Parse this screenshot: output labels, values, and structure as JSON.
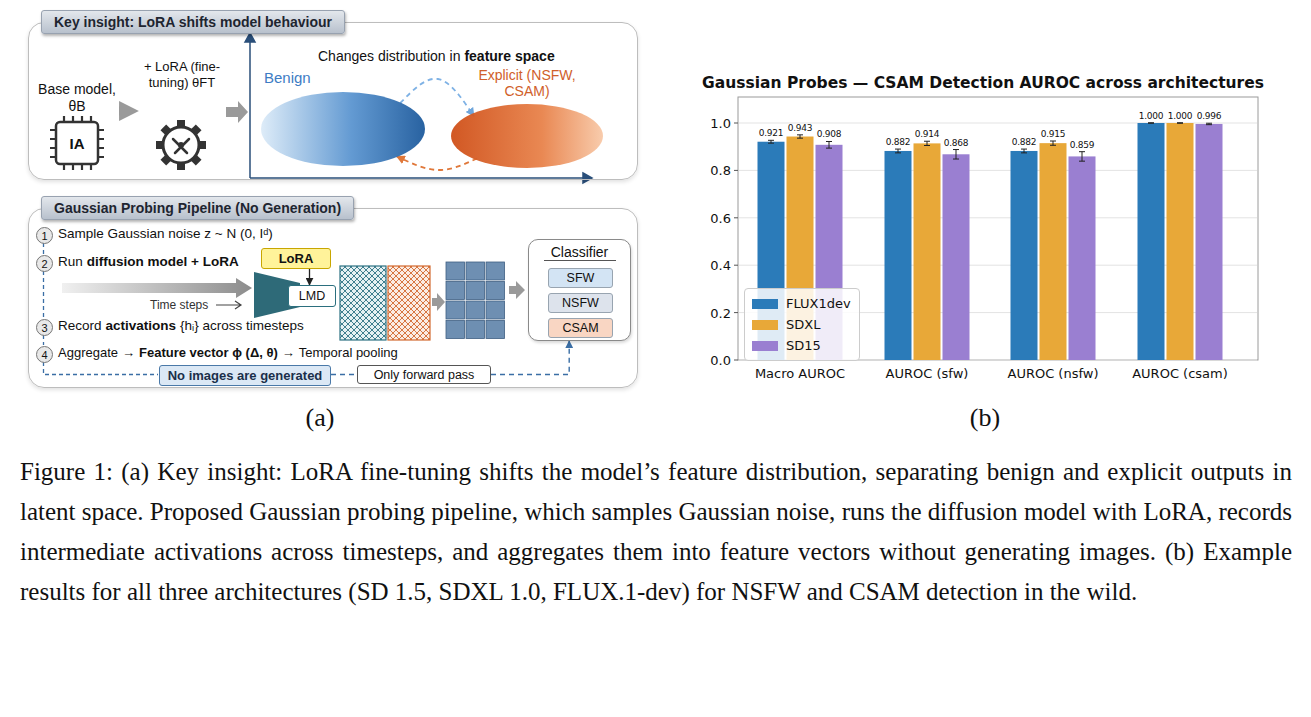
{
  "diagram": {
    "caption": "Figure 1: (a) Key insight: LoRA fine-tuning shifts the model’s feature distribution, separating benign and explicit outputs in latent space. Proposed Gaussian probing pipeline, which samples Gaussian noise, runs the diffusion model with LoRA, records intermediate activations across timesteps, and aggregates them into feature vectors without generating images. (b) Example results for all three architectures (SD 1.5, SDXL 1.0, FLUX.1-dev) for NSFW and CSAM detection in the wild.",
    "nodes": [
      {
        "text": [
          "Key insight: LoRA shifts model behaviour"
        ]
      },
      {
        "text": [
          "Base model, θB"
        ],
        "in": 0
      },
      {
        "text": [
          "+ LoRA (fine-tuning) θFT"
        ],
        "in": 0
      },
      {
        "text": [
          "Benign"
        ],
        "in": 0
      },
      {
        "text": [
          "Explicit (NSFW, CSAM)"
        ],
        "in": 0
      },
      {
        "text": [
          "Gaussian Probing Pipeline (No Generation)"
        ]
      },
      {
        "text": [
          "1"
        ],
        "in": 5
      },
      {
        "text": [
          "2"
        ],
        "in": 5
      },
      {
        "text": [
          "LoRA"
        ],
        "in": 5
      },
      {
        "text": [
          "LMD"
        ],
        "in": 5
      },
      {
        "text": [
          "3"
        ],
        "in": 5
      },
      {
        "text": [
          "4"
        ],
        "in": 5
      },
      {
        "text": [
          "Classifier"
        ],
        "in": 5
      },
      {
        "text": [
          "SFW"
        ],
        "in": 12
      },
      {
        "text": [
          "NSFW"
        ],
        "in": 12
      },
      {
        "text": [
          "CSAM"
        ],
        "in": 12
      },
      {
        "text": [
          "No images are generated"
        ],
        "in": 5
      },
      {
        "text": [
          "Only forward pass"
        ],
        "in": 5
      }
    ],
    "edges": [
      {
        "from": 1,
        "to": 2,
        "arrow": "to"
      },
      {
        "from": 3,
        "to": 4,
        "arrow": "to"
      },
      {
        "from": 4,
        "to": 3,
        "arrow": "to"
      },
      {
        "from": 8,
        "to": 9,
        "arrow": "to"
      },
      {
        "from": 16,
        "to": 17,
        "arrow": "none"
      },
      {
        "from": 17,
        "to": 12,
        "arrow": "to"
      }
    ],
    "labels": [
      "IA",
      "Changes distribution in",
      "feature space",
      "Sample Gaussian noise z ~ N (0, Iᵈ)",
      "Run",
      "diffusion model + LoRA",
      "Time steps",
      "Record",
      "activations",
      "{hᵢ} across timesteps",
      "Aggregate",
      "→",
      "Feature vector ϕ (Δ, θ)",
      "→",
      "Temporal pooling",
      "(a)",
      "Gaussian Probes — CSAM Detection AUROC across architectures",
      "0.0",
      "0.2",
      "0.4",
      "0.6",
      "0.8",
      "1.0",
      "Macro AUROC",
      "AUROC (sfw)",
      "AUROC (nsfw)",
      "AUROC (csam)",
      "0.921",
      "0.943",
      "0.908",
      "0.882",
      "0.914",
      "0.868",
      "0.882",
      "0.915",
      "0.859",
      "1.000",
      "1.000",
      "0.996",
      "(b)"
    ],
    "legend": [
      {
        "text": "FLUX1dev",
        "color": "#2b7bb9"
      },
      {
        "text": "SDXL",
        "color": "#e8a838"
      },
      {
        "text": "SD15",
        "color": "#9a7fd1"
      }
    ]
  }
}
